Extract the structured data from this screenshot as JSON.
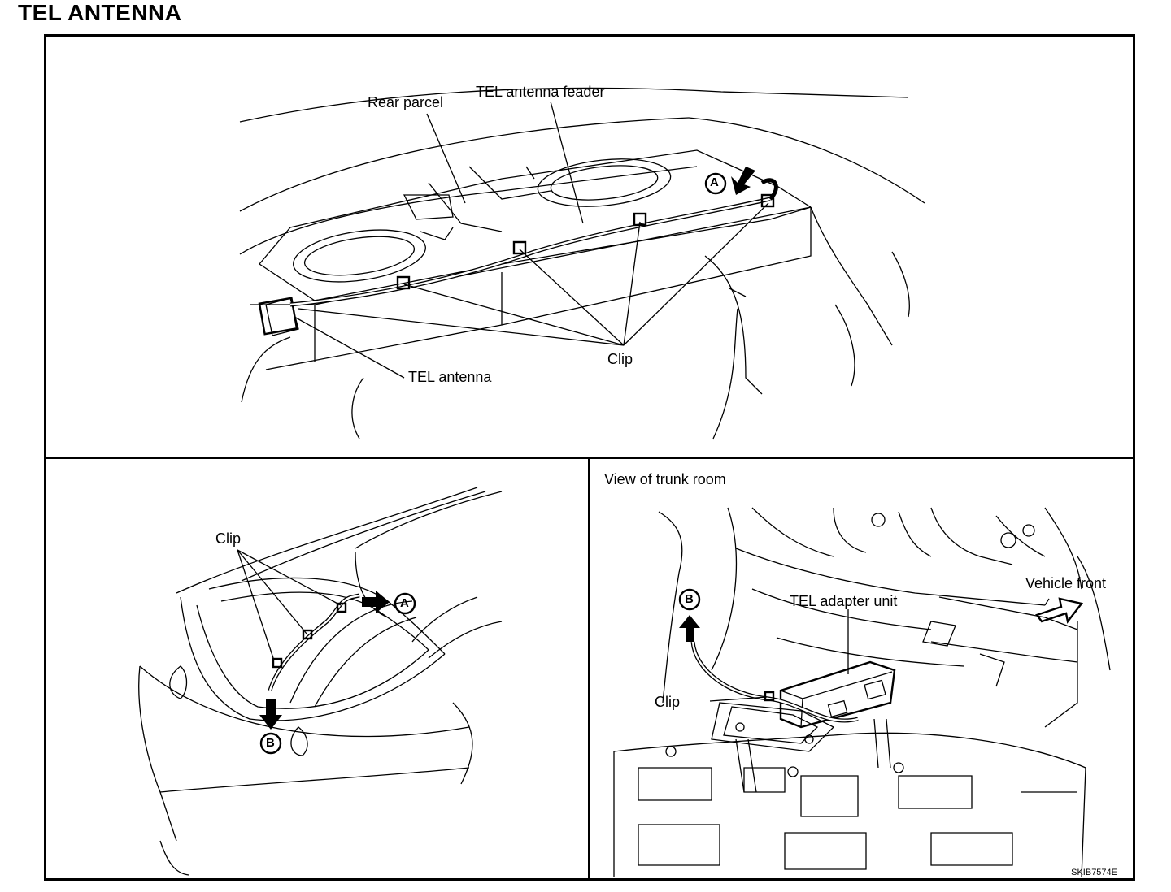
{
  "title": "TEL ANTENNA",
  "top_panel": {
    "labels": {
      "rear_parcel": "Rear parcel",
      "feeder": "TEL antenna feader",
      "clip": "Clip",
      "antenna": "TEL antenna",
      "marker_a": "A"
    }
  },
  "bottom_left_panel": {
    "labels": {
      "clip": "Clip",
      "marker_a": "A",
      "marker_b": "B"
    }
  },
  "bottom_right_panel": {
    "heading": "View of trunk room",
    "labels": {
      "marker_b": "B",
      "adapter": "TEL adapter unit",
      "vehicle_front": "Vehicle front",
      "clip": "Clip"
    }
  },
  "figure_code": "SKIB7574E"
}
